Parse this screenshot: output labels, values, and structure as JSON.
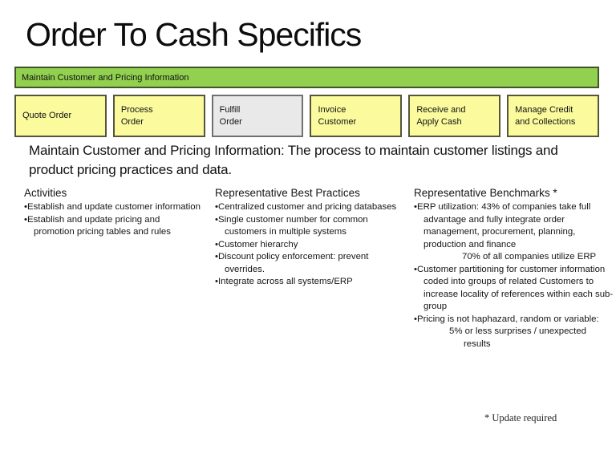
{
  "slide": {
    "title": "Order To Cash Specifics",
    "banner": {
      "label": "Maintain Customer and Pricing Information"
    },
    "process_boxes": [
      {
        "label": "Quote Order",
        "variant": "yellow"
      },
      {
        "label": "Process\nOrder",
        "variant": "yellow"
      },
      {
        "label": "Fulfill\nOrder",
        "variant": "gray"
      },
      {
        "label": "Invoice\nCustomer",
        "variant": "yellow"
      },
      {
        "label": "Receive and\nApply Cash",
        "variant": "yellow"
      },
      {
        "label": "Manage Credit\nand Collections",
        "variant": "yellow"
      }
    ],
    "intro": "Maintain Customer and Pricing Information: The process to maintain customer listings and product pricing practices and data.",
    "columns": [
      {
        "header": "Activities",
        "items": [
          {
            "type": "bullet",
            "text": "Establish and update customer information"
          },
          {
            "type": "bullet",
            "text": "Establish and update pricing and promotion pricing tables and rules"
          }
        ]
      },
      {
        "header": "Representative Best Practices",
        "items": [
          {
            "type": "bullet",
            "text": "Centralized customer and pricing databases"
          },
          {
            "type": "bullet",
            "text": "Single customer number for common customers in multiple systems"
          },
          {
            "type": "bullet",
            "text": "Customer hierarchy"
          },
          {
            "type": "bullet",
            "text": "Discount policy enforcement: prevent overrides."
          },
          {
            "type": "bullet",
            "text": "Integrate across all systems/ERP"
          }
        ]
      },
      {
        "header": "Representative Benchmarks *",
        "items": [
          {
            "type": "bullet",
            "text": "ERP utilization: 43% of companies take full advantage and fully integrate order management, procurement, planning, production and finance"
          },
          {
            "type": "sub1",
            "text": "70% of all companies utilize ERP"
          },
          {
            "type": "bullet",
            "text": "Customer partitioning for customer information  coded into groups of related Customers to increase locality of references within each sub-group"
          },
          {
            "type": "bullet",
            "text": "Pricing is not haphazard, random or variable:"
          },
          {
            "type": "sub2",
            "text": "5% or less surprises / unexpected results"
          }
        ]
      }
    ],
    "footnote": "* Update required"
  },
  "colors": {
    "banner_green": "#92D050",
    "banner_border": "#44542A",
    "box_yellow": "#FBFB9E",
    "box_yellow_border": "#55553A",
    "box_gray": "#E9E9E9",
    "box_gray_border": "#707070",
    "text": "#1A1A1A"
  }
}
